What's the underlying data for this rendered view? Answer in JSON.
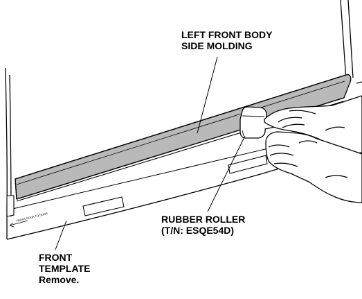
{
  "callouts": {
    "molding": {
      "line1": "LEFT FRONT BODY",
      "line2": "SIDE MOLDING"
    },
    "roller": {
      "line1": "RUBBER ROLLER",
      "line2": "(T/N: ESQE54D)"
    },
    "template": {
      "line1": "FRONT",
      "line2": "TEMPLATE",
      "line3": "Remove."
    }
  },
  "template_print": "FRONT DOOR TO DOOR",
  "colors": {
    "ink": "#000000",
    "molding_shade": "#b9b9b9",
    "paper": "#ffffff"
  }
}
